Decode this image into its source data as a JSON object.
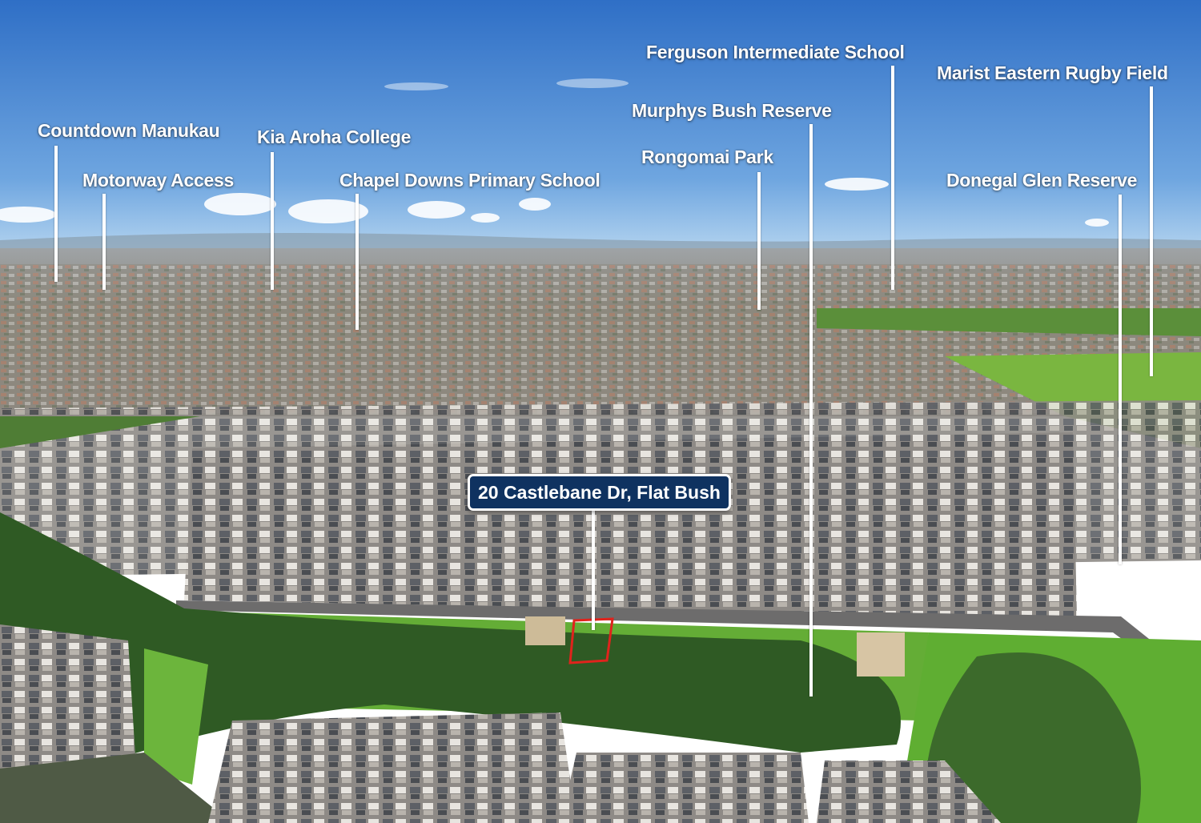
{
  "photo": {
    "sky_top": "#2f6fc6",
    "sky_horizon": "#a9cdee",
    "suburb_far": "#8d8e88",
    "suburb_near": "#9a9590",
    "grass": "#5ea834",
    "bush": "#2f5a24",
    "lot_outline": "#e0231c",
    "label_box": "#0f3260"
  },
  "address": "20 Castlebane Dr, Flat Bush",
  "landmarks": [
    {
      "id": "countdown-manukau",
      "label": "Countdown Manukau"
    },
    {
      "id": "motorway-access",
      "label": "Motorway Access"
    },
    {
      "id": "kia-aroha-college",
      "label": "Kia Aroha College"
    },
    {
      "id": "chapel-downs-primary-school",
      "label": "Chapel Downs Primary School"
    },
    {
      "id": "ferguson-intermediate-school",
      "label": "Ferguson Intermediate School"
    },
    {
      "id": "murphys-bush-reserve",
      "label": "Murphys Bush Reserve"
    },
    {
      "id": "rongomai-park",
      "label": "Rongomai Park"
    },
    {
      "id": "marist-eastern-rugby-field",
      "label": "Marist Eastern Rugby Field"
    },
    {
      "id": "donegal-glen-reserve",
      "label": "Donegal Glen Reserve"
    }
  ]
}
